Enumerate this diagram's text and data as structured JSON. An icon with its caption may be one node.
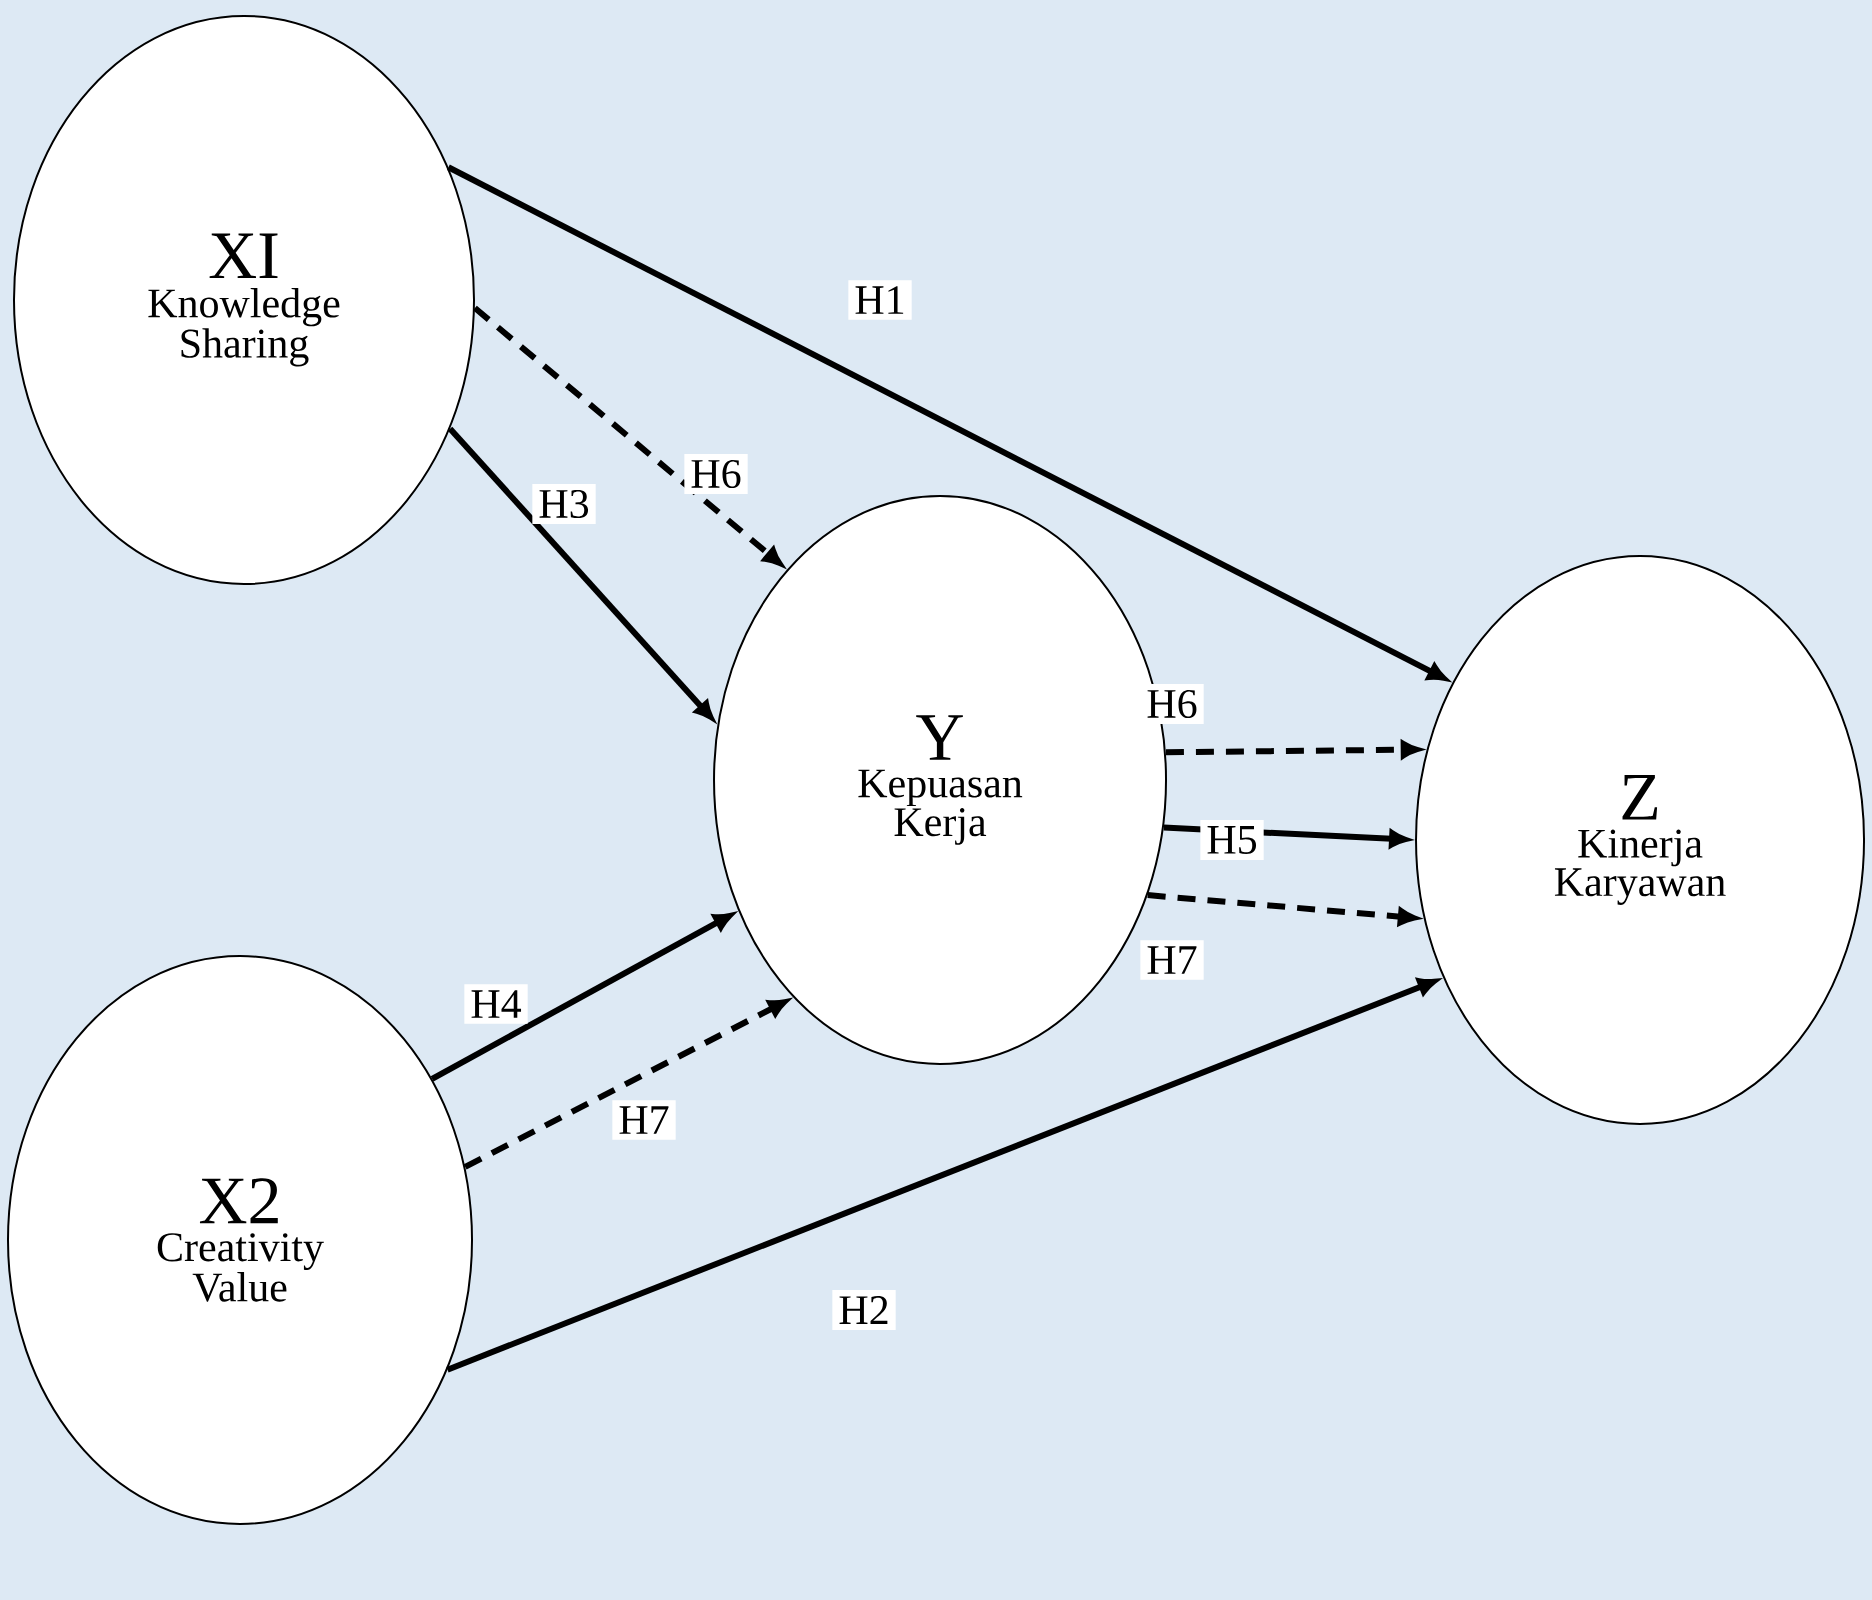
{
  "diagram": {
    "nodes": [
      {
        "text": [
          "XI",
          "Knowledge Sharing"
        ]
      },
      {
        "text": [
          "Y",
          "Kepuasan Kerja"
        ]
      },
      {
        "text": [
          "Z",
          "Kinerja Karyawan"
        ]
      },
      {
        "text": [
          "X2",
          "Creativity Value"
        ]
      }
    ],
    "edges": [
      {
        "from": 0,
        "to": 2,
        "arrow": "to",
        "label": "H1"
      },
      {
        "from": 0,
        "to": 1,
        "arrow": "to",
        "label": "H6",
        "style": "dashed"
      },
      {
        "from": 0,
        "to": 1,
        "arrow": "to",
        "label": "H3"
      },
      {
        "from": 1,
        "to": 2,
        "arrow": "to",
        "label": "H6",
        "style": "dashed"
      },
      {
        "from": 1,
        "to": 2,
        "arrow": "to",
        "label": "H5"
      },
      {
        "from": 1,
        "to": 2,
        "arrow": "to",
        "label": "H7",
        "style": "dashed"
      },
      {
        "from": 3,
        "to": 1,
        "arrow": "to",
        "label": "H4"
      },
      {
        "from": 3,
        "to": 1,
        "arrow": "to",
        "label": "H7",
        "style": "dashed"
      },
      {
        "from": 3,
        "to": 2,
        "arrow": "to",
        "label": "H2"
      }
    ]
  }
}
